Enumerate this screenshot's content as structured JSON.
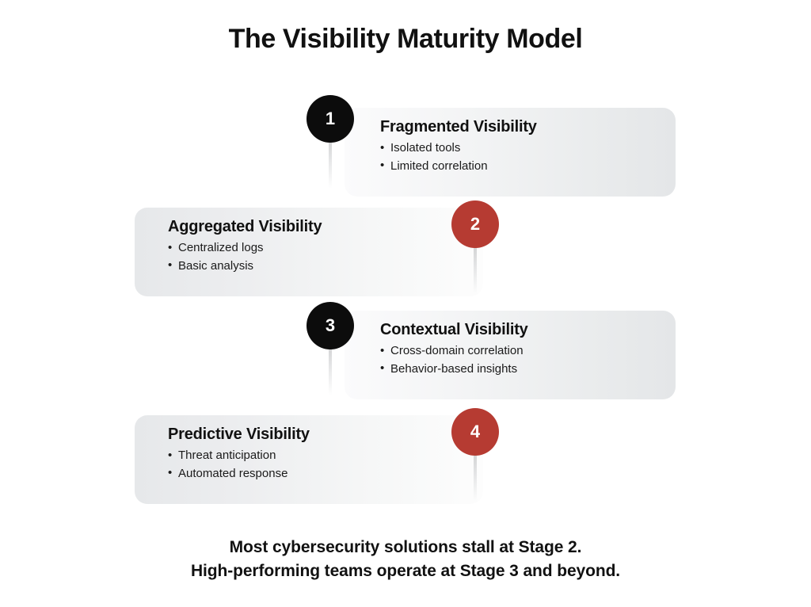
{
  "page": {
    "title": "The Visibility Maturity Model",
    "background_color": "#ffffff"
  },
  "colors": {
    "badge_dark": "#0c0c0c",
    "badge_red": "#b63b32",
    "card_gradient_light": "#fdfdfd",
    "card_gradient_gray": "#e4e6e8",
    "text": "#111111"
  },
  "stages": [
    {
      "number": "1",
      "title": "Fragmented Visibility",
      "bullets": [
        "Isolated tools",
        "Limited correlation"
      ],
      "badge_color": "dark",
      "align": "right"
    },
    {
      "number": "2",
      "title": "Aggregated Visibility",
      "bullets": [
        "Centralized logs",
        "Basic analysis"
      ],
      "badge_color": "red",
      "align": "left"
    },
    {
      "number": "3",
      "title": "Contextual Visibility",
      "bullets": [
        "Cross-domain correlation",
        "Behavior-based insights"
      ],
      "badge_color": "dark",
      "align": "right"
    },
    {
      "number": "4",
      "title": "Predictive Visibility",
      "bullets": [
        "Threat anticipation",
        "Automated response"
      ],
      "badge_color": "red",
      "align": "left"
    }
  ],
  "footer": {
    "line1": "Most cybersecurity solutions stall at Stage 2.",
    "line2": "High-performing teams operate at Stage 3 and beyond."
  }
}
